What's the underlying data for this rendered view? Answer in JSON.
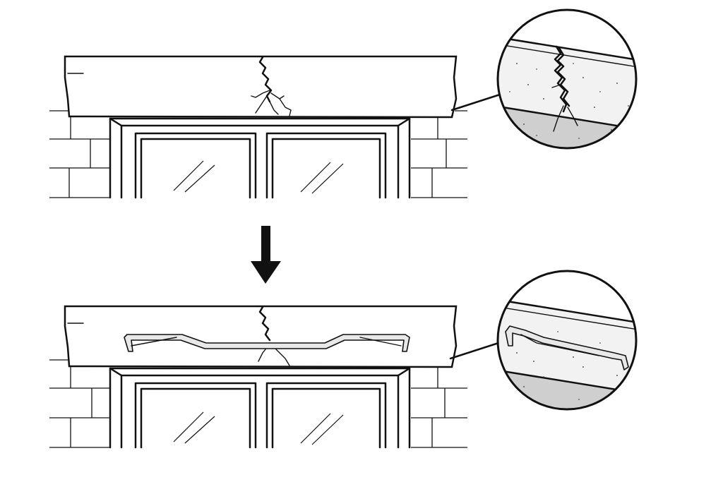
{
  "diagram": {
    "steps": [
      {
        "id": "before",
        "lintel": "cracked-lintel",
        "detail": "crack-magnified-detail"
      },
      {
        "id": "after",
        "lintel": "reinforced-lintel",
        "detail": "bar-magnified-detail"
      }
    ],
    "transition": "arrow-down-icon"
  }
}
